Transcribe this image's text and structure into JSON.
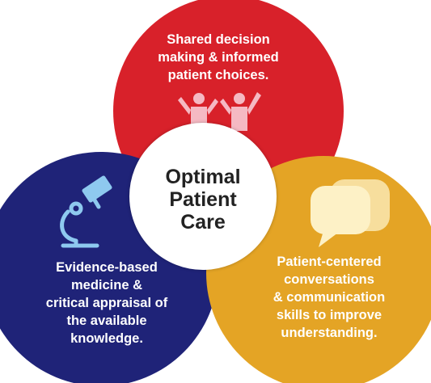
{
  "colors": {
    "red": "#d8212a",
    "navy": "#1f2378",
    "gold": "#e4a425",
    "center": "#ffffff",
    "icon_pink": "#f5b9c3",
    "icon_blue": "#8ec9ef",
    "icon_cream": "#fdf1c6"
  },
  "center": {
    "lines": [
      "Optimal",
      "Patient",
      "Care"
    ]
  },
  "top": {
    "lines": [
      "Shared decision",
      "making & informed",
      "patient choices."
    ],
    "icon": "people-raising-hands-icon"
  },
  "left": {
    "lines": [
      "Evidence-based",
      "medicine &",
      "critical  appraisal of",
      "the available",
      "knowledge."
    ],
    "icon": "microscope-icon"
  },
  "right": {
    "lines": [
      "Patient-centered",
      "conversations",
      "& communication",
      "skills to improve",
      "understanding."
    ],
    "icon": "speech-bubbles-icon"
  }
}
